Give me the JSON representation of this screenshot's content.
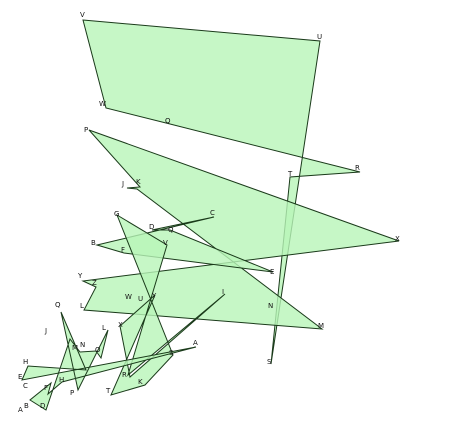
{
  "diagram": {
    "fill_color": "#b8f5b8",
    "stroke_color": "#1a3a1a",
    "polygons": [
      {
        "name": "main",
        "vertices": [
          "V",
          "U",
          "S",
          "T",
          "R",
          "Q",
          "W"
        ]
      },
      {
        "name": "band",
        "vertices": [
          "P",
          "X",
          "Y",
          "Z",
          "L",
          "M",
          "N",
          "K",
          "J"
        ]
      },
      {
        "name": "mid",
        "vertices": [
          "B",
          "C",
          "D",
          "Q",
          "E",
          "F"
        ]
      },
      {
        "name": "lower",
        "vertices": [
          "G",
          "V",
          "I",
          "H",
          "W",
          "U",
          "Y",
          "T",
          "S",
          "A"
        ]
      },
      {
        "name": "bottom",
        "vertices": [
          "H",
          "E",
          "A",
          "B",
          "F",
          "C",
          "J",
          "M",
          "N",
          "O",
          "P",
          "Q",
          "L",
          "R",
          "K",
          "D"
        ]
      }
    ],
    "labels": [
      {
        "id": "V1",
        "text": "V"
      },
      {
        "id": "U1",
        "text": "U"
      },
      {
        "id": "W1",
        "text": "W"
      },
      {
        "id": "Q1",
        "text": "Q"
      },
      {
        "id": "P1",
        "text": "P"
      },
      {
        "id": "R1",
        "text": "R"
      },
      {
        "id": "T1",
        "text": "T"
      },
      {
        "id": "X1",
        "text": "X"
      },
      {
        "id": "S1",
        "text": "S"
      },
      {
        "id": "J1",
        "text": "J"
      },
      {
        "id": "K1",
        "text": "K"
      },
      {
        "id": "G1",
        "text": "G"
      },
      {
        "id": "C1",
        "text": "C"
      },
      {
        "id": "D1",
        "text": "D"
      },
      {
        "id": "Q2",
        "text": "Q"
      },
      {
        "id": "B1",
        "text": "B"
      },
      {
        "id": "F1",
        "text": "F"
      },
      {
        "id": "V2",
        "text": "V"
      },
      {
        "id": "E1",
        "text": "E"
      },
      {
        "id": "Y1",
        "text": "Y"
      },
      {
        "id": "Z1",
        "text": "Z"
      },
      {
        "id": "I1",
        "text": "I"
      },
      {
        "id": "W2",
        "text": "W"
      },
      {
        "id": "U2",
        "text": "U"
      },
      {
        "id": "Y2",
        "text": "Y"
      },
      {
        "id": "N1",
        "text": "N"
      },
      {
        "id": "L1",
        "text": "L"
      },
      {
        "id": "M1",
        "text": "M"
      },
      {
        "id": "Q3",
        "text": "Q"
      },
      {
        "id": "J2",
        "text": "J"
      },
      {
        "id": "L2",
        "text": "L"
      },
      {
        "id": "X2",
        "text": "X"
      },
      {
        "id": "A1",
        "text": "A"
      },
      {
        "id": "M2",
        "text": "M"
      },
      {
        "id": "N2",
        "text": "N"
      },
      {
        "id": "O1",
        "text": "O"
      },
      {
        "id": "S2",
        "text": "S"
      },
      {
        "id": "H1",
        "text": "H"
      },
      {
        "id": "R2",
        "text": "R"
      },
      {
        "id": "H2",
        "text": "H"
      },
      {
        "id": "E2",
        "text": "E"
      },
      {
        "id": "K2",
        "text": "K"
      },
      {
        "id": "T2",
        "text": "T"
      },
      {
        "id": "C2",
        "text": "C"
      },
      {
        "id": "F2",
        "text": "F"
      },
      {
        "id": "P2",
        "text": "P"
      },
      {
        "id": "A2",
        "text": "A"
      },
      {
        "id": "B2",
        "text": "B"
      },
      {
        "id": "D2",
        "text": "D"
      }
    ]
  }
}
